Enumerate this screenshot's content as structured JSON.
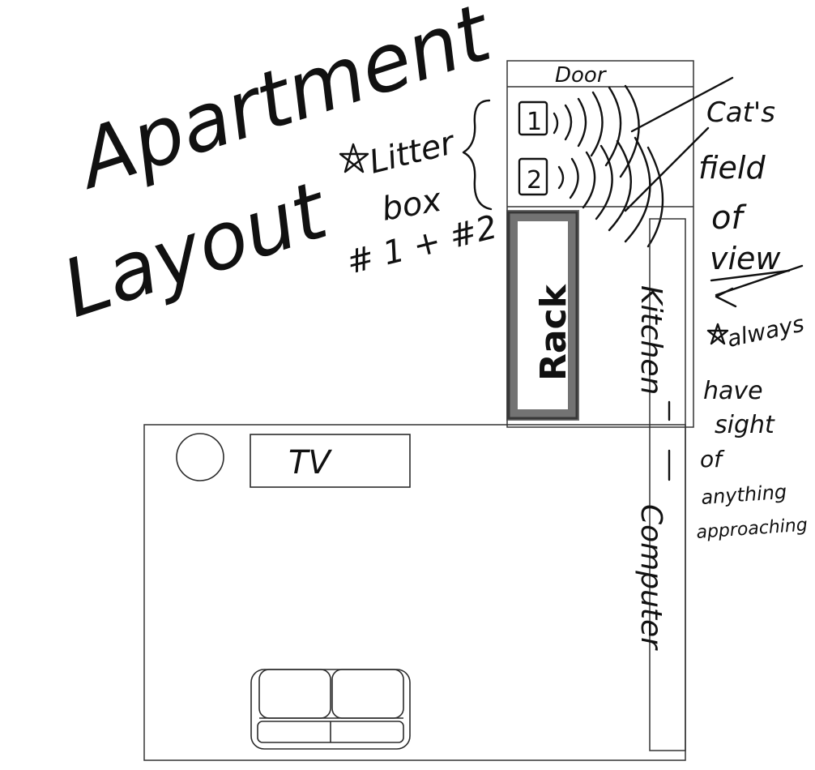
{
  "title": {
    "line1": "Apartment",
    "line2": "Layout"
  },
  "labels": {
    "door": "Door",
    "litter_box_1": "1",
    "litter_box_2": "2",
    "litter_note_line1": "Litter",
    "litter_note_line2": "box",
    "litter_note_line3": "# 1 + #2",
    "rack": "Rack",
    "kitchen": "Kitchen",
    "computer": "Computer",
    "tv": "TV"
  },
  "annotations": {
    "field_of_view": [
      "Cat's",
      "field",
      "of",
      "view"
    ],
    "always_sight": [
      "always",
      "have",
      "sight",
      "of",
      "anything",
      "approaching"
    ]
  },
  "icons": {
    "star": "star-icon",
    "couch": "couch-icon",
    "lamp": "lamp-icon"
  },
  "colors": {
    "ink": "#111111",
    "rack_fill": "#777777"
  }
}
